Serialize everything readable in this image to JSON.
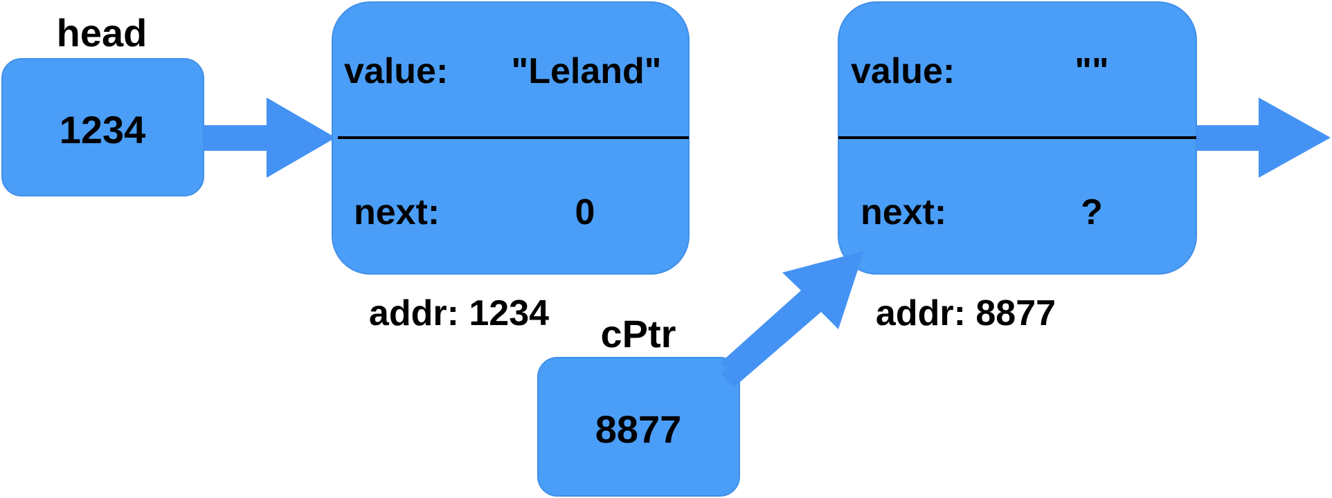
{
  "colors": {
    "box_fill": "#4A9EF7",
    "box_stroke": "#3F8FE8",
    "arrow": "#4493F4",
    "divider": "#000000",
    "text": "#000000"
  },
  "head": {
    "label": "head",
    "value": "1234"
  },
  "node1": {
    "value_label": "value:",
    "value": "\"Leland\"",
    "next_label": "next:",
    "next": "0",
    "addr": "addr: 1234"
  },
  "node2": {
    "value_label": "value:",
    "value": "\"\"",
    "next_label": "next:",
    "next": "?",
    "addr": "addr: 8877"
  },
  "cptr": {
    "label": "cPtr",
    "value": "8877"
  }
}
